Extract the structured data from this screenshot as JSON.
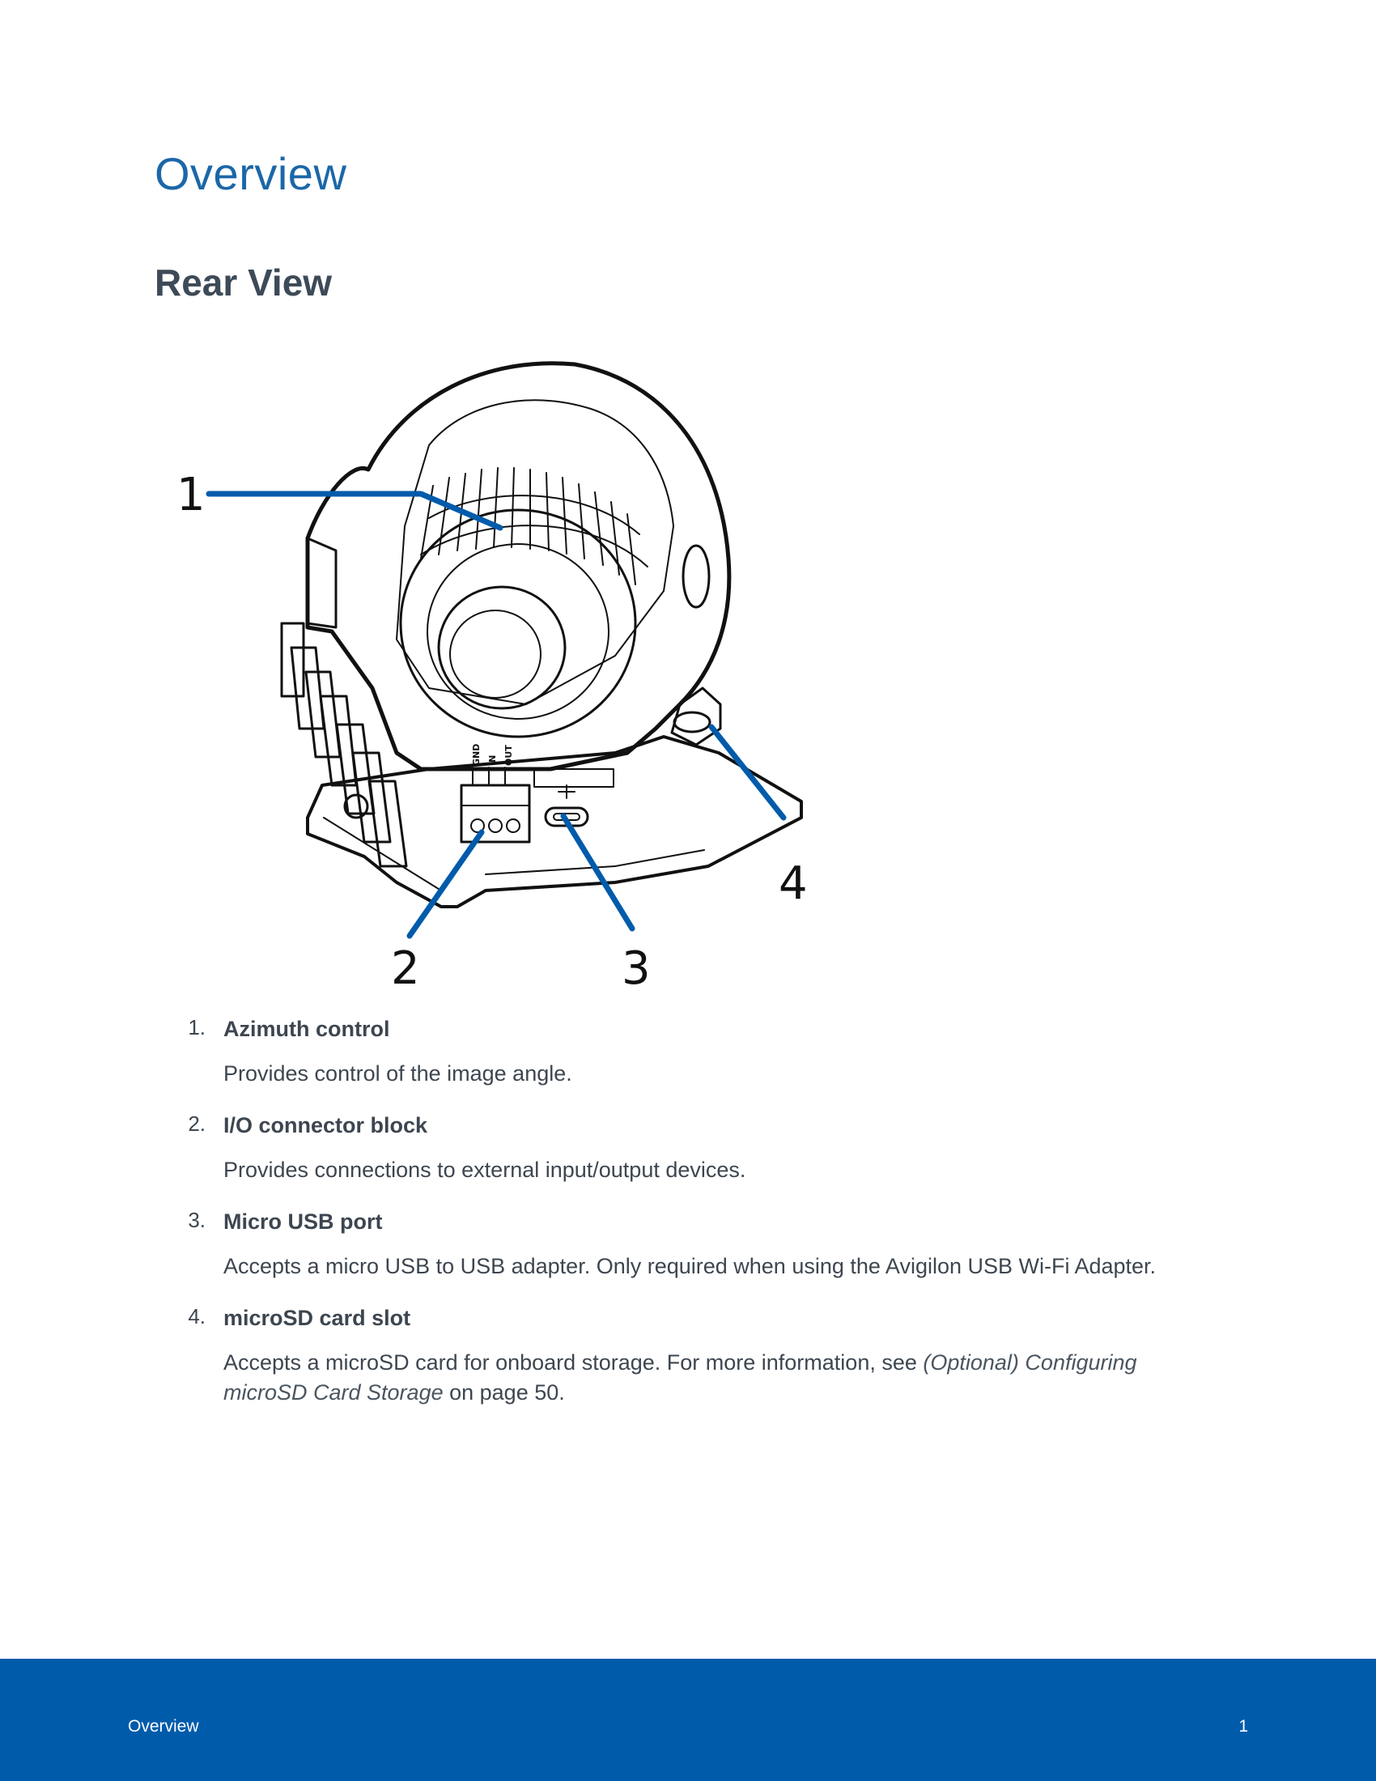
{
  "page": {
    "title": "Overview",
    "section_title": "Rear View"
  },
  "figure": {
    "callouts": [
      "1",
      "2",
      "3",
      "4"
    ],
    "connector_labels": [
      "GND",
      "IN",
      "OUT"
    ],
    "accent_color": "#005bab"
  },
  "items": [
    {
      "number": "1.",
      "term": "Azimuth control",
      "description": "Provides control of the image angle."
    },
    {
      "number": "2.",
      "term": "I/O connector block",
      "description": "Provides connections to external input/output devices."
    },
    {
      "number": "3.",
      "term": "Micro USB port",
      "description": "Accepts a micro USB to USB adapter. Only required when using the Avigilon USB Wi-Fi Adapter."
    },
    {
      "number": "4.",
      "term": "microSD card slot",
      "description_prefix": "Accepts a microSD card for onboard storage. For more information, see ",
      "link_text": "(Optional) Configuring microSD Card Storage",
      "description_suffix": " on page 50."
    }
  ],
  "footer": {
    "left": "Overview",
    "right": "1"
  }
}
